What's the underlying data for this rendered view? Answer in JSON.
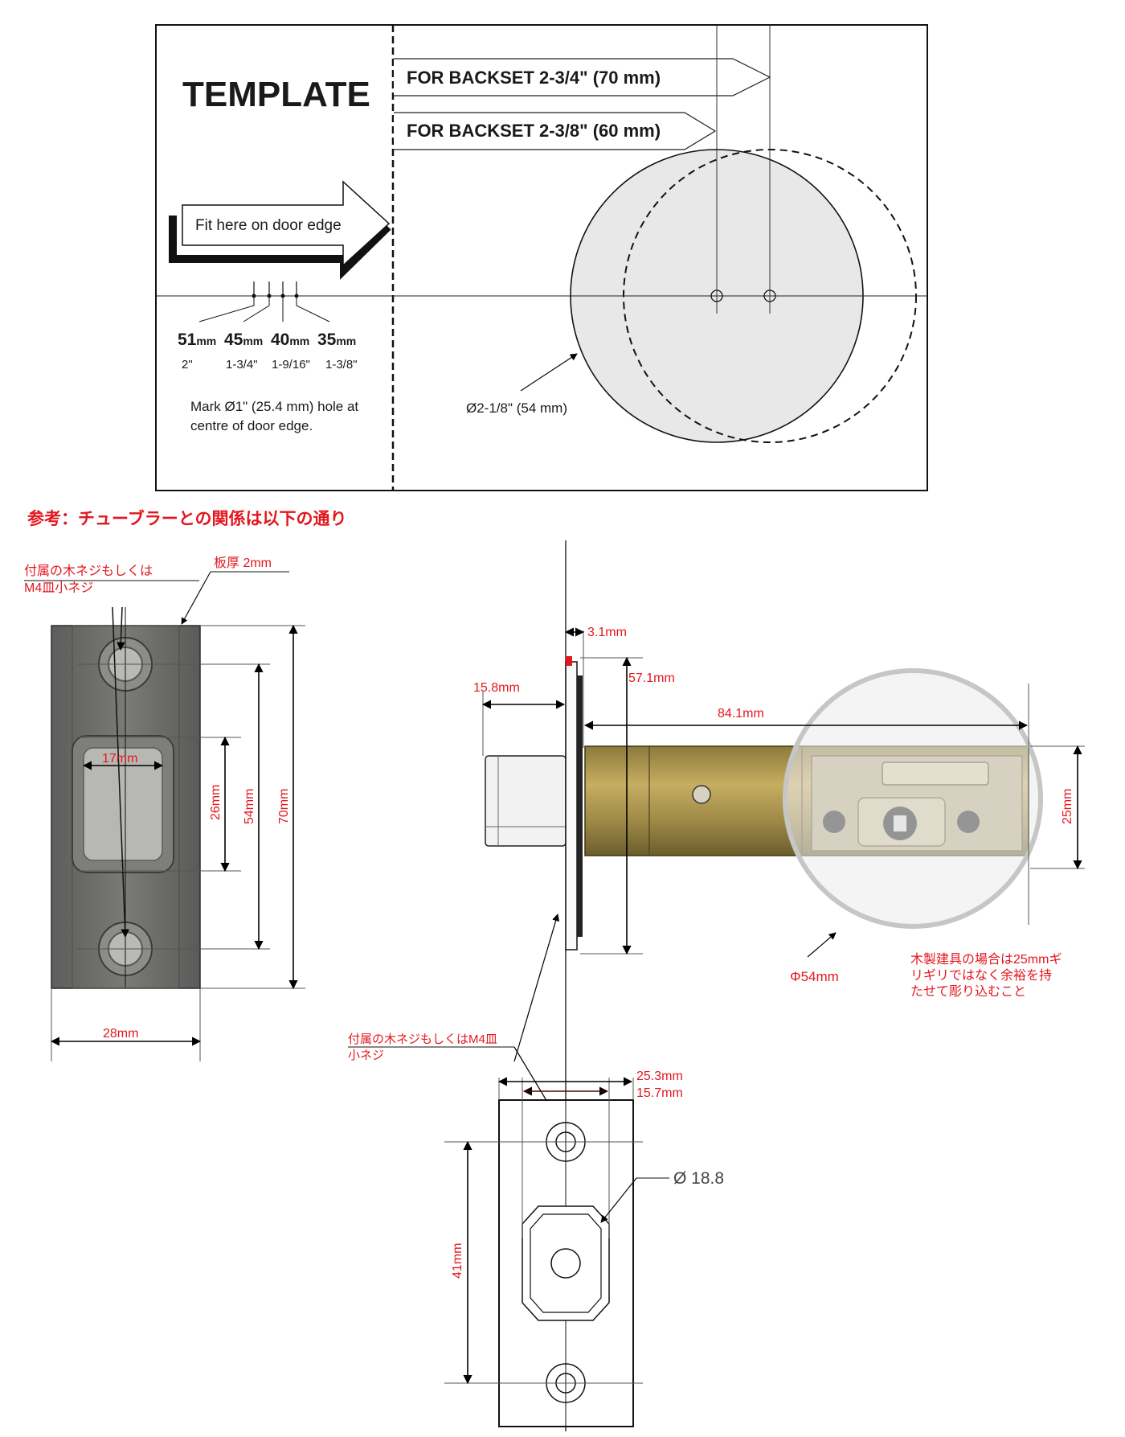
{
  "template": {
    "title": "TEMPLATE",
    "backset_70": "FOR BACKSET 2-3/4\" (70 mm)",
    "backset_60": "FOR BACKSET 2-3/8\" (60 mm)",
    "door_edge_label": "Fit here on door edge",
    "door_thickness_mm": [
      "51",
      "45",
      "40",
      "35"
    ],
    "mm_unit": "mm",
    "door_thickness_in": [
      "2\"",
      "1-3/4\"",
      "1-9/16\"",
      "1-3/8\""
    ],
    "note_line1": "Mark Ø1\" (25.4 mm) hole at",
    "note_line2": "centre of door edge.",
    "bore_diameter": "Ø2-1/8\" (54 mm)"
  },
  "reference_heading": "参考：チューブラーとの関係は以下の通り",
  "strike_plate": {
    "screw_note_line1": "付属の木ネジもしくは",
    "screw_note_line2": "M4皿小ネジ",
    "thickness": "板厚 2mm",
    "width_inner": "17mm",
    "height_26": "26mm",
    "height_54": "54mm",
    "height_70": "70mm",
    "width_28": "28mm"
  },
  "latch": {
    "dim_3_1": "3.1mm",
    "dim_15_8": "15.8mm",
    "dim_57_1": "57.1mm",
    "dim_84_1": "84.1mm",
    "dim_25": "25mm",
    "bore": "Φ54mm",
    "wood_note_line1": "木製建具の場合は25mmギ",
    "wood_note_line2": "リギリではなく余裕を持",
    "wood_note_line3": "たせて彫り込むこと"
  },
  "faceplate": {
    "screw_note_line1": "付属の木ネジもしくはM4皿",
    "screw_note_line2": "小ネジ",
    "dim_25_3": "25.3mm",
    "dim_15_7": "15.7mm",
    "dim_18_8": "Ø 18.8",
    "dim_41": "41mm"
  },
  "colors": {
    "ink": "#1a1a1a",
    "annotation_red": "#e3171e",
    "bore_fill": "#e6e6e6",
    "plate_steel": "#6e6e6c",
    "latch_brass": "#b59c52"
  }
}
